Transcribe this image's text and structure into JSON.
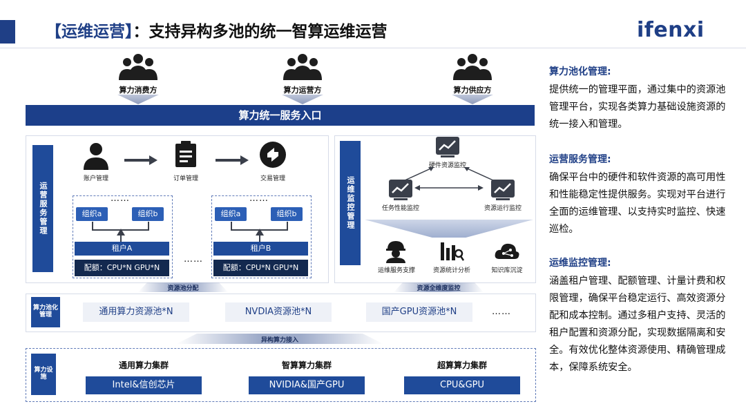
{
  "header": {
    "title_bracket": "【运维运营】",
    "title_rest": "：支持异构多池的统一智算运维运营",
    "logo": "ifenxi"
  },
  "personas": [
    {
      "label": "算力消费方",
      "icon": "users-group-icon"
    },
    {
      "label": "算力运营方",
      "icon": "users-group-icon"
    },
    {
      "label": "算力供应方",
      "icon": "users-group-icon"
    }
  ],
  "entry_bar": "算力统一服务入口",
  "ops_panel": {
    "tab": "运营服务管理",
    "flow": [
      {
        "label": "账户管理",
        "icon": "user-icon"
      },
      {
        "label": "订单管理",
        "icon": "order-document-icon"
      },
      {
        "label": "交易管理",
        "icon": "transaction-icon"
      }
    ],
    "tenants": [
      {
        "dots": "……",
        "org_a": "组织a",
        "org_b": "组织b",
        "tenant": "租户A",
        "quota": "配额：CPU*N GPU*N"
      },
      {
        "dots": "……",
        "org_a": "组织a",
        "org_b": "组织b",
        "tenant": "租户B",
        "quota": "配额：CPU*N GPU*N"
      }
    ],
    "more": "……"
  },
  "monitor_panel": {
    "tab": "运维监控管理",
    "top": {
      "label": "硬件资源监控",
      "icon": "monitor-chart-icon"
    },
    "left": {
      "label": "任务性能监控",
      "icon": "monitor-chart-icon"
    },
    "right": {
      "label": "资源运行监控",
      "icon": "monitor-chart-icon"
    },
    "bottom": [
      {
        "label": "运维服务支撑",
        "icon": "engineer-icon"
      },
      {
        "label": "资源统计分析",
        "icon": "statistics-icon"
      },
      {
        "label": "知识库沉淀",
        "icon": "cloud-share-icon"
      }
    ]
  },
  "bands": {
    "pool_alloc": "资源池分配",
    "full_monitor": "资源全维度监控",
    "heterogeneous": "异构算力接入"
  },
  "pool_row": {
    "tab": "算力池化管理",
    "pools": [
      "通用算力资源池*N",
      "NVDIA资源池*N",
      "国产GPU资源池*N"
    ],
    "more": "……"
  },
  "infra_row": {
    "tab": "算力设施",
    "clusters": [
      {
        "title": "通用算力集群",
        "box": "Intel&信创芯片"
      },
      {
        "title": "智算算力集群",
        "box": "NVIDIA&国产GPU"
      },
      {
        "title": "超算算力集群",
        "box": "CPU&GPU"
      }
    ]
  },
  "sidebar": [
    {
      "heading": "算力池化管理:",
      "text": "提供统一的管理平面，通过集中的资源池管理平台，实现各类算力基础设施资源的统一接入和管理。"
    },
    {
      "heading": "运营服务管理:",
      "text": "确保平台中的硬件和软件资源的高可用性和性能稳定性提供服务。实现对平台进行全面的运维管理、以支持实时监控、快速巡检。"
    },
    {
      "heading": "运维监控管理:",
      "text": "涵盖租户管理、配额管理、计量计费和权限管理，确保平台稳定运行、高效资源分配和成本控制。通过多租户支持、灵活的租户配置和资源分配，实现数据隔离和安全。有效优化整体资源使用、精确管理成本，保障系统安全。"
    }
  ],
  "colors": {
    "primary": "#1f4b9a",
    "dark": "#13294f",
    "accent": "#1f3f86"
  }
}
